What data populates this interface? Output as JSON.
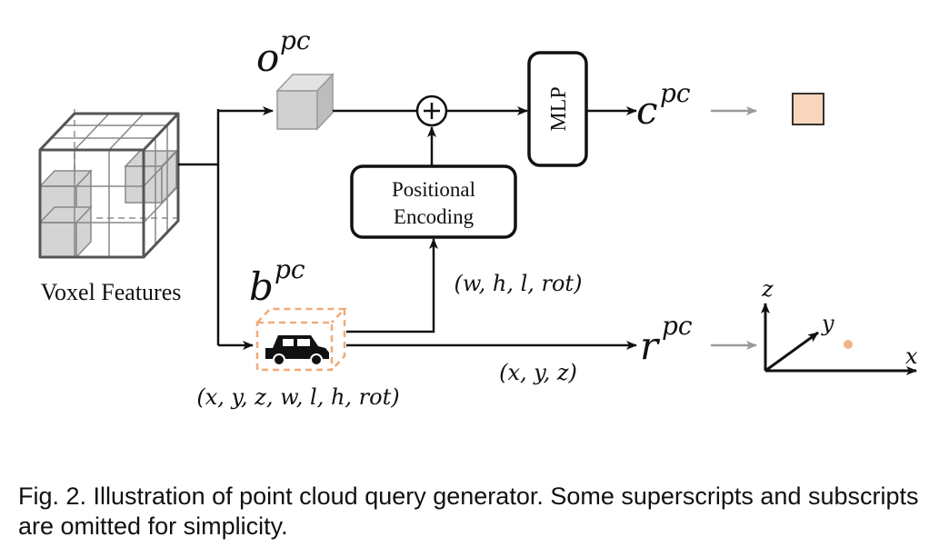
{
  "labels": {
    "o_pc": "o",
    "o_pc_sup": "pc",
    "b_pc": "b",
    "b_pc_sup": "pc",
    "c_pc": "c",
    "c_pc_sup": "pc",
    "r_pc": "r",
    "r_pc_sup": "pc",
    "voxel_features": "Voxel Features",
    "mlp": "MLP",
    "positional_encoding_line1": "Positional",
    "positional_encoding_line2": "Encoding",
    "plus": "+",
    "whlrot": "(w, h, l, rot)",
    "xyz": "(x, y, z)",
    "box_params": "(x, y, z, w, l, h, rot)",
    "axis_z": "z",
    "axis_y": "y",
    "axis_x": "x"
  },
  "colors": {
    "line": "#111111",
    "gray_arrow": "#9a9a9a",
    "cube_gray": "#d4d4d4",
    "box_orange": "#f1a97a",
    "query_square": "#f8d6bd",
    "dot": "#f1b389"
  },
  "caption": "Fig. 2. Illustration of point cloud query generator. Some superscripts and subscripts are omitted for simplicity."
}
